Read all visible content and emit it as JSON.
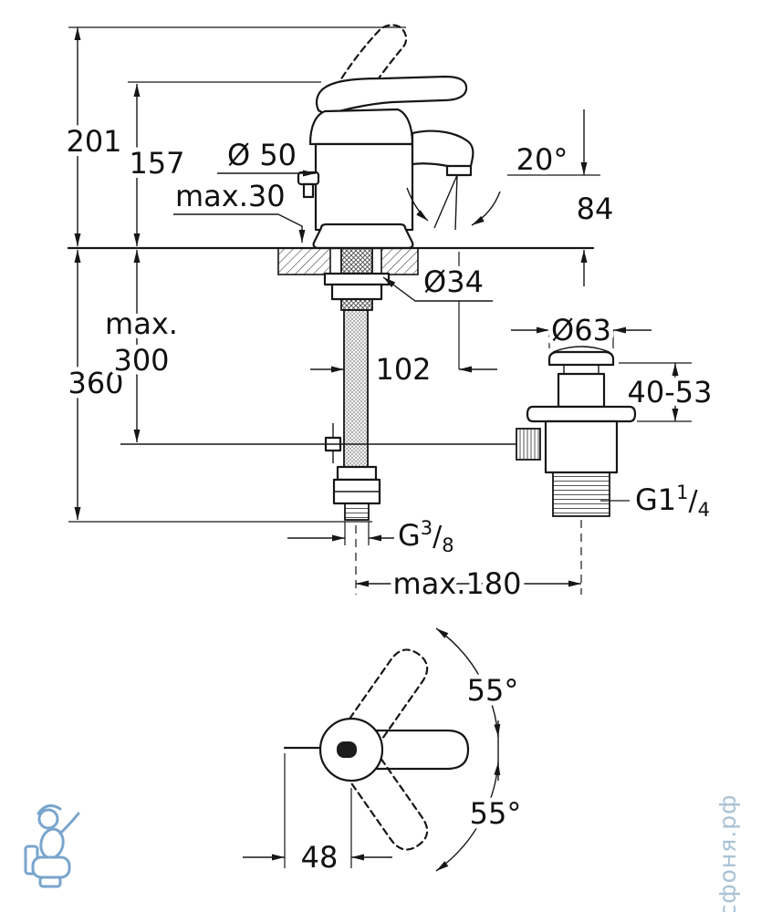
{
  "colors": {
    "line": "#161616",
    "watermark_text": "#a9c2d4",
    "watermark_logo": "#6b9cc7"
  },
  "side_view": {
    "dims": {
      "d201": "201",
      "d157": "157",
      "d360": "360",
      "max300_l1": "max.",
      "max300_l2": "300",
      "d84": "84",
      "dia50": "Ø 50",
      "max30": "max.30",
      "angle20": "20°",
      "dia34": "Ø34",
      "d102": "102",
      "dia63": "Ø63",
      "d40_53": "40-53",
      "max180": "max.180",
      "g38": {
        "main": "G",
        "sup": "3",
        "slash": "/",
        "sub": "8"
      },
      "g114": {
        "main": "G1",
        "sup": "1",
        "slash": "/",
        "sub": "4"
      }
    }
  },
  "top_view": {
    "dims": {
      "angle_up": "55°",
      "angle_down": "55°",
      "d48": "48"
    }
  },
  "watermark": {
    "site": "сфоня.рф"
  }
}
